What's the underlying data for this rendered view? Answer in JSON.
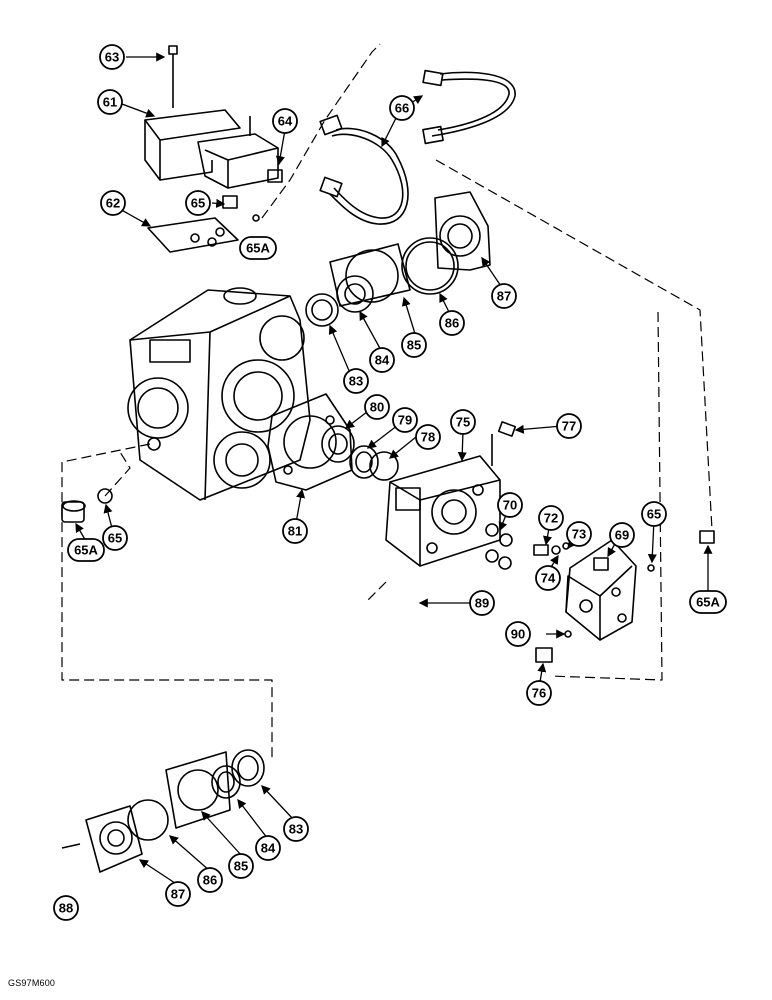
{
  "diagram": {
    "callouts": [
      "63",
      "61",
      "64",
      "66",
      "65",
      "62",
      "65A",
      "83",
      "84",
      "85",
      "86",
      "87",
      "80",
      "79",
      "78",
      "75",
      "77",
      "81",
      "70",
      "72",
      "73",
      "74",
      "69",
      "65A",
      "65",
      "89",
      "90",
      "76",
      "65A",
      "65",
      "83",
      "84",
      "85",
      "86",
      "87",
      "88"
    ],
    "figure_code": "GS97M600"
  }
}
